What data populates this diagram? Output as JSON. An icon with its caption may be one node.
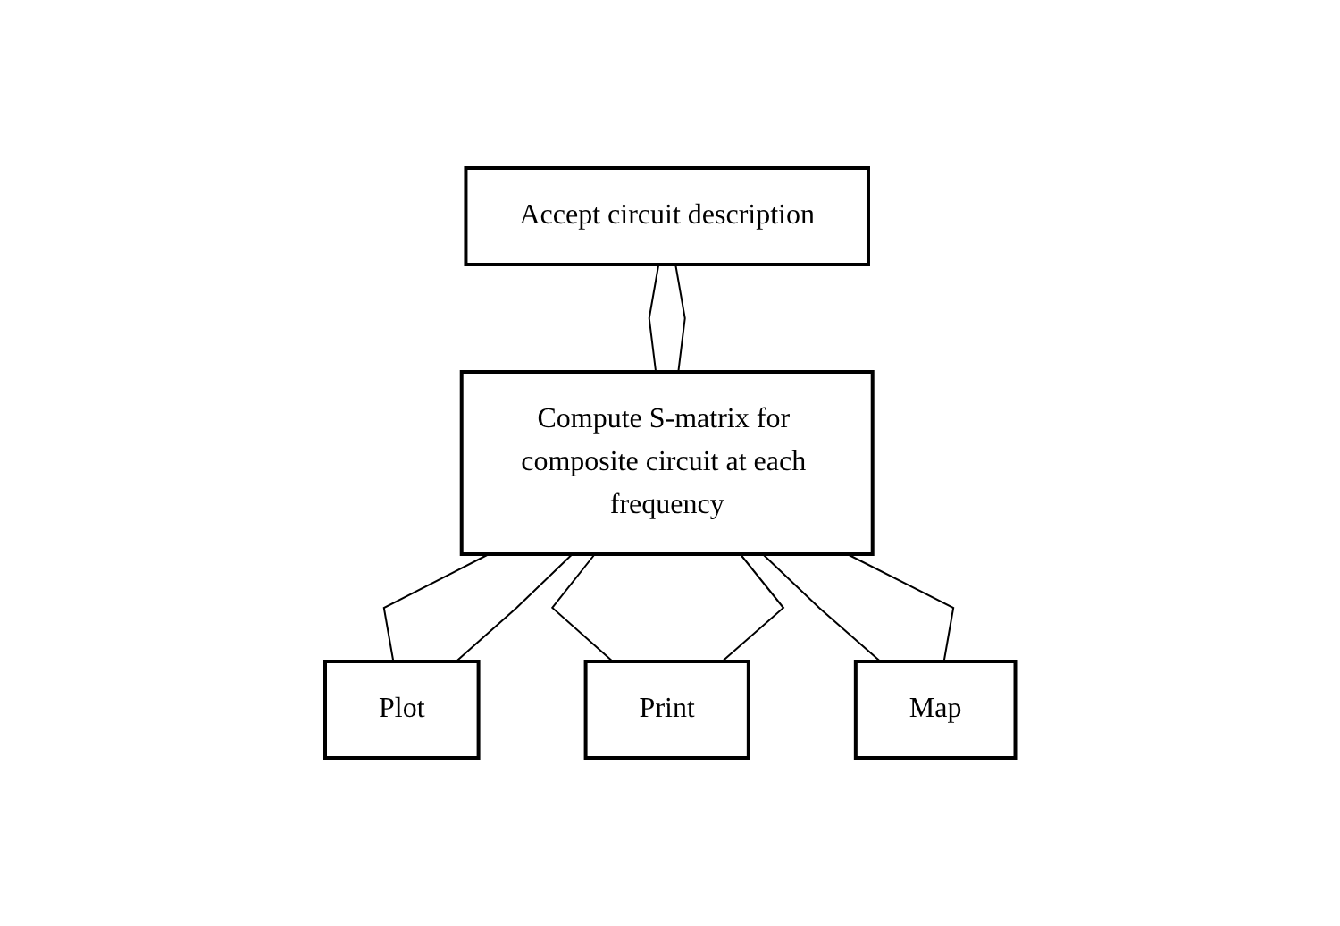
{
  "diagram": {
    "nodes": [
      {
        "text": [
          "Accept circuit description"
        ]
      },
      {
        "text": [
          "Compute S-matrix for composite circuit at each frequency"
        ]
      },
      {
        "text": [
          "Plot"
        ]
      },
      {
        "text": [
          "Print"
        ]
      },
      {
        "text": [
          "Map"
        ]
      }
    ],
    "edges": [
      {
        "from": 0,
        "to": 1,
        "arrow": "none"
      },
      {
        "from": 0,
        "to": 1,
        "arrow": "none"
      },
      {
        "from": 1,
        "to": 2,
        "arrow": "none"
      },
      {
        "from": 1,
        "to": 2,
        "arrow": "none"
      },
      {
        "from": 1,
        "to": 3,
        "arrow": "none"
      },
      {
        "from": 1,
        "to": 3,
        "arrow": "none"
      },
      {
        "from": 1,
        "to": 4,
        "arrow": "none"
      },
      {
        "from": 1,
        "to": 4,
        "arrow": "none"
      }
    ]
  }
}
